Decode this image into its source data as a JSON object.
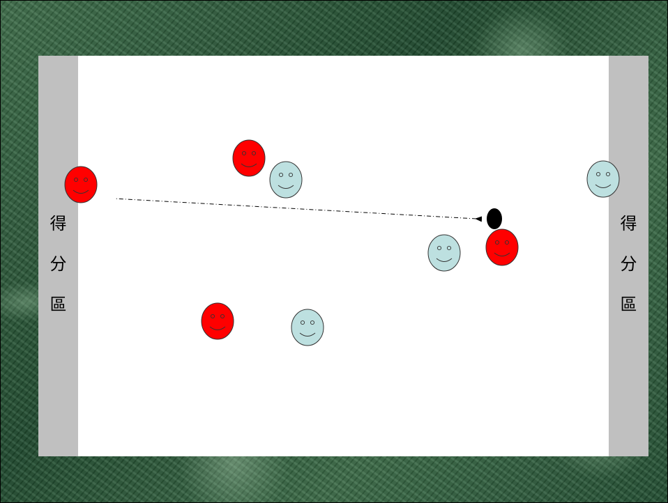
{
  "score_zones": {
    "left_label": [
      "得",
      "分",
      "區"
    ],
    "right_label": [
      "得",
      "分",
      "區"
    ]
  },
  "colors": {
    "red_team": "#ff0000",
    "blue_team": "#bde0e0",
    "score_zone": "#c0c0c0",
    "court": "#ffffff",
    "ball": "#000000"
  },
  "players": [
    {
      "team": "red",
      "icon": "smiley-face"
    },
    {
      "team": "red",
      "icon": "smiley-face"
    },
    {
      "team": "blue",
      "icon": "smiley-face"
    },
    {
      "team": "blue",
      "icon": "smiley-face"
    },
    {
      "team": "blue",
      "icon": "smiley-face"
    },
    {
      "team": "red",
      "icon": "smiley-face"
    },
    {
      "team": "red",
      "icon": "smiley-face"
    },
    {
      "team": "blue",
      "icon": "smiley-face"
    }
  ],
  "ball": {
    "icon": "ball"
  },
  "pass_arrow": {
    "style": "dash-dot",
    "direction": "leftward"
  }
}
